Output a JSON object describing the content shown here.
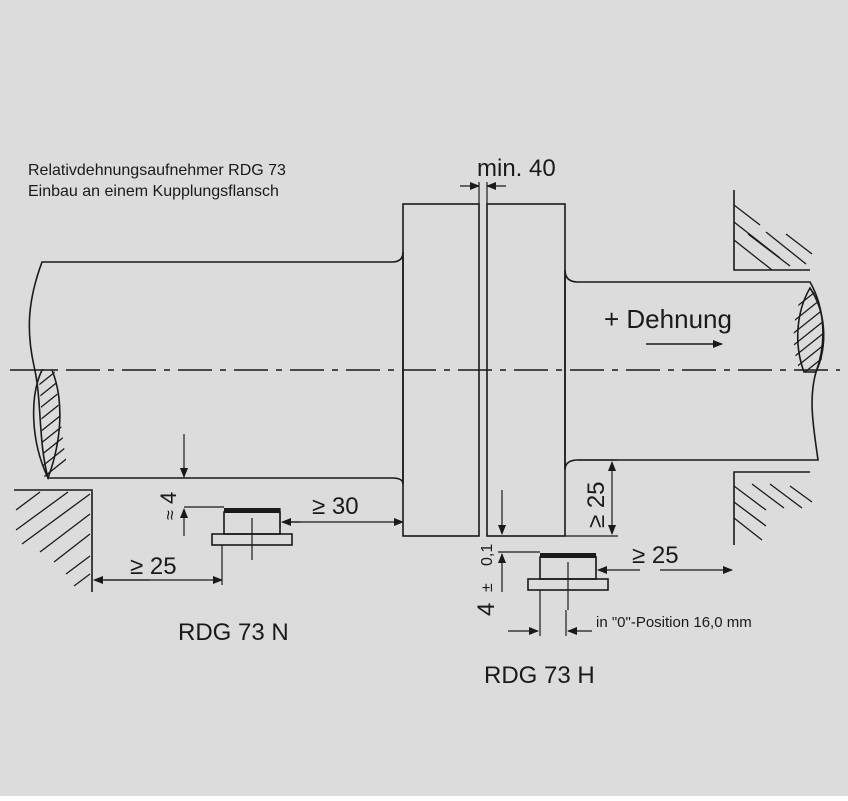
{
  "colors": {
    "background": "#dcdcdc",
    "line": "#1a1a1a",
    "paper": "#ffffff"
  },
  "caption": {
    "line1": "Relativdehnungsaufnehmer RDG 73",
    "line2": "Einbau an einem Kupplungsflansch"
  },
  "dimensions": {
    "gap_min": "min. 40",
    "gap_4": "4",
    "gap_approx": "≈",
    "dist_30": "≥ 30",
    "dist_25_left": "≥ 25",
    "dist_25_vertical": "≥ 25",
    "dist_25_right": "≥ 25",
    "gap_4_h": "4",
    "tol_pm": "±",
    "tol_01": "0,1",
    "zero_position": "in \"0\"-Position 16,0 mm"
  },
  "labels": {
    "expansion": "+ Dehnung",
    "sensor_n": "RDG 73 N",
    "sensor_h": "RDG 73 H"
  }
}
